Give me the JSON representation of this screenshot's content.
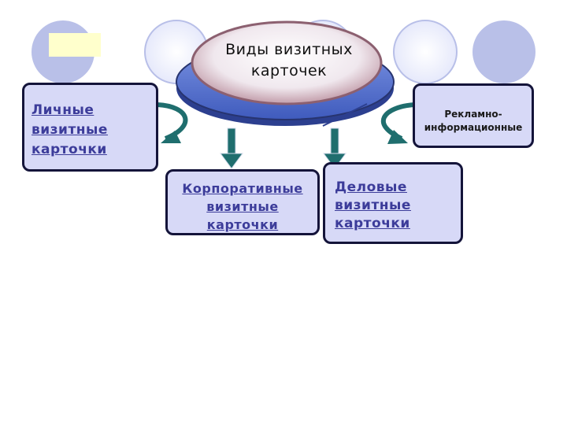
{
  "title": "Виды визитных карточек",
  "nodes": {
    "personal": [
      "Личные",
      "визитные",
      "карточки"
    ],
    "ad": [
      "Рекламно-",
      "информационные"
    ],
    "corporate": [
      "Корпоративные",
      "визитные",
      "карточки"
    ],
    "business": [
      "Деловые",
      "визитные",
      "карточки"
    ]
  },
  "colors": {
    "card_fill": "#d7d9f7",
    "card_border": "#14143a",
    "card_text": "#3c3c9a",
    "arrow": "#1f6e6e",
    "disk": "#5a78d0",
    "circle_stroke": "#b8bfe8"
  }
}
